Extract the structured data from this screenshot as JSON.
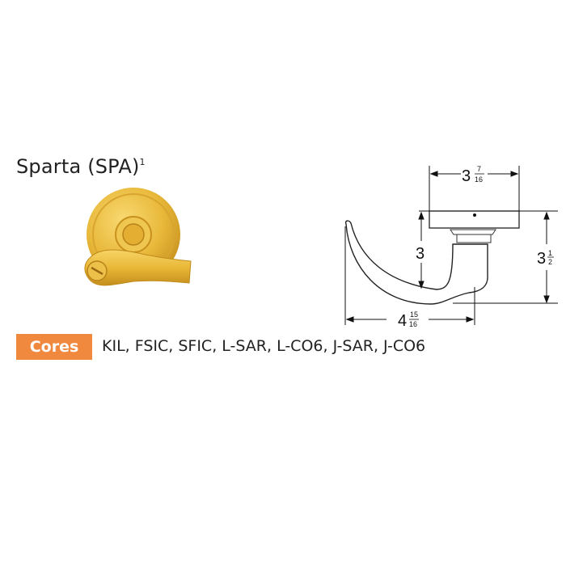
{
  "product": {
    "name": "Sparta (SPA)",
    "footnote": "1"
  },
  "cores": {
    "label": "Cores",
    "list": "KIL, FSIC, SFIC, L-SAR, L-CO6, J-SAR, J-CO6",
    "badge_color": "#F0883E"
  },
  "finish_color": "#E8B83A",
  "dimensions": {
    "rose_diameter": {
      "whole": "3",
      "num": "7",
      "den": "16"
    },
    "lever_height": {
      "whole": "3"
    },
    "projection": {
      "whole": "3",
      "num": "1",
      "den": "2"
    },
    "lever_length": {
      "whole": "4",
      "num": "15",
      "den": "16"
    }
  }
}
